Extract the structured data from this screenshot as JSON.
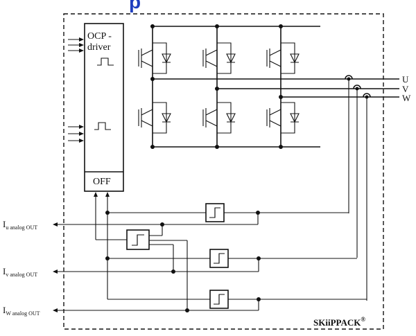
{
  "title_fragment": "p",
  "driver": {
    "title_line1": "OCP -",
    "title_line2": "driver",
    "off_label": "OFF"
  },
  "outputs": {
    "u": "U",
    "v": "V",
    "w": "W"
  },
  "analog_outputs": [
    {
      "symbol": "I",
      "subscript": "u analog OUT"
    },
    {
      "symbol": "I",
      "subscript": "v analog OUT"
    },
    {
      "symbol": "I",
      "subscript": "W analog OUT"
    }
  ],
  "module": {
    "name": "SKiiPPACK",
    "mark": "®"
  },
  "colors": {
    "title": "#1f3fbf",
    "lines": "#111111"
  },
  "igbt_bridge": {
    "legs": 3,
    "switches_per_leg": 2,
    "symbol": "igbt-with-freewheel-diode"
  }
}
